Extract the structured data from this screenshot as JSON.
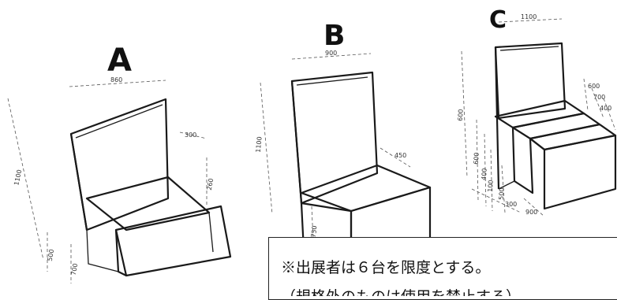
{
  "units": [
    {
      "label": "A",
      "dimensions": [
        "860",
        "1100",
        "300",
        "260",
        "500",
        "700"
      ]
    },
    {
      "label": "B",
      "dimensions": [
        "900",
        "1100",
        "450",
        "750"
      ]
    },
    {
      "label": "C",
      "dimensions": [
        "1100",
        "600",
        "600",
        "400",
        "100",
        "500",
        "600",
        "700",
        "400",
        "300",
        "900"
      ]
    }
  ],
  "note": {
    "line1": "※出展者は６台を限度とする。",
    "line2_partial": "（規格外のものは使用を禁止する）"
  }
}
